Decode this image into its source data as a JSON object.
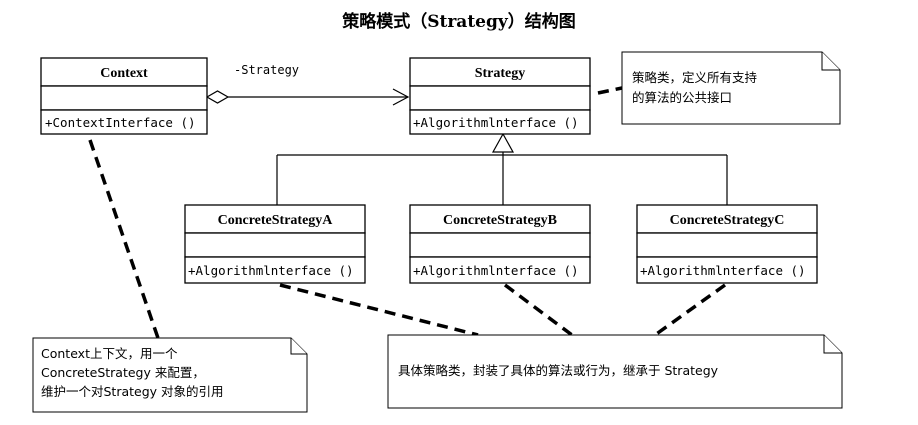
{
  "title": "策略模式（Strategy）结构图",
  "classes": {
    "context": {
      "name": "Context",
      "operation": "+ContextInterface ()"
    },
    "strategy": {
      "name": "Strategy",
      "operation": "+Algorithmlnterface ()"
    },
    "concrete_a": {
      "name": "ConcreteStrategyA",
      "operation": "+Algorithmlnterface ()"
    },
    "concrete_b": {
      "name": "ConcreteStrategyB",
      "operation": "+Algorithmlnterface ()"
    },
    "concrete_c": {
      "name": "ConcreteStrategyC",
      "operation": "+Algorithmlnterface ()"
    }
  },
  "association": {
    "role": "-Strategy"
  },
  "notes": {
    "strategy": [
      "策略类，定义所有支持",
      "的算法的公共接口"
    ],
    "context": [
      "Context上下文，用一个",
      "ConcreteStrategy 来配置，",
      "维护一个对Strategy 对象的引用"
    ],
    "concrete": [
      "具体策略类，封装了具体的算法或行为，继承于 Strategy"
    ]
  }
}
